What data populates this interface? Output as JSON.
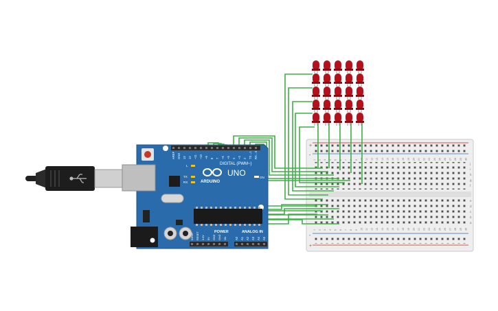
{
  "arduino": {
    "model": "UNO",
    "brand": "ARDUINO",
    "digital_label": "DIGITAL (PWM~)",
    "power_label": "POWER",
    "analog_label": "ANALOG IN",
    "on_label": "ON",
    "tx_label": "TX",
    "rx_label": "RX",
    "l_label": "L",
    "top_pin_labels": [
      "AREF",
      "GND",
      "13",
      "12",
      "~11",
      "~10",
      "~9",
      "8",
      "7",
      "~6",
      "~5",
      "4",
      "~3",
      "2",
      "TX→1",
      "RX←0"
    ],
    "power_pin_labels": [
      "IOREF",
      "RESET",
      "3.3V",
      "5V",
      "GND",
      "GND",
      "Vin"
    ],
    "analog_pin_labels": [
      "A0",
      "A1",
      "A2",
      "A3",
      "A4",
      "A5"
    ],
    "colors": {
      "board": "#2a6bab",
      "header": "#2b2b2b",
      "reset_button": "#c0392b"
    }
  },
  "usb_cable": {
    "icon": "usb-plug-icon"
  },
  "breadboard": {
    "column_numbers": [
      "1",
      "2",
      "3",
      "4",
      "5",
      "6",
      "7",
      "8",
      "9",
      "10",
      "11",
      "12",
      "13",
      "14",
      "15",
      "16",
      "17",
      "18",
      "19",
      "20",
      "21",
      "22",
      "23",
      "24",
      "25",
      "26",
      "27",
      "28",
      "29",
      "30"
    ],
    "upper_row_letters": [
      "j",
      "i",
      "h",
      "g",
      "f"
    ],
    "lower_row_letters": [
      "e",
      "d",
      "c",
      "b",
      "a"
    ],
    "rail_plus": "+",
    "rail_minus": "-",
    "colors": {
      "body": "#eeeeee",
      "hole": "#555555",
      "rail_red": "#d9534f",
      "rail_blue": "#5b8fd1"
    }
  },
  "led_matrix": {
    "rows": 5,
    "cols": 5,
    "color": "#b3121c"
  },
  "wires": {
    "color": "#3cb043"
  }
}
